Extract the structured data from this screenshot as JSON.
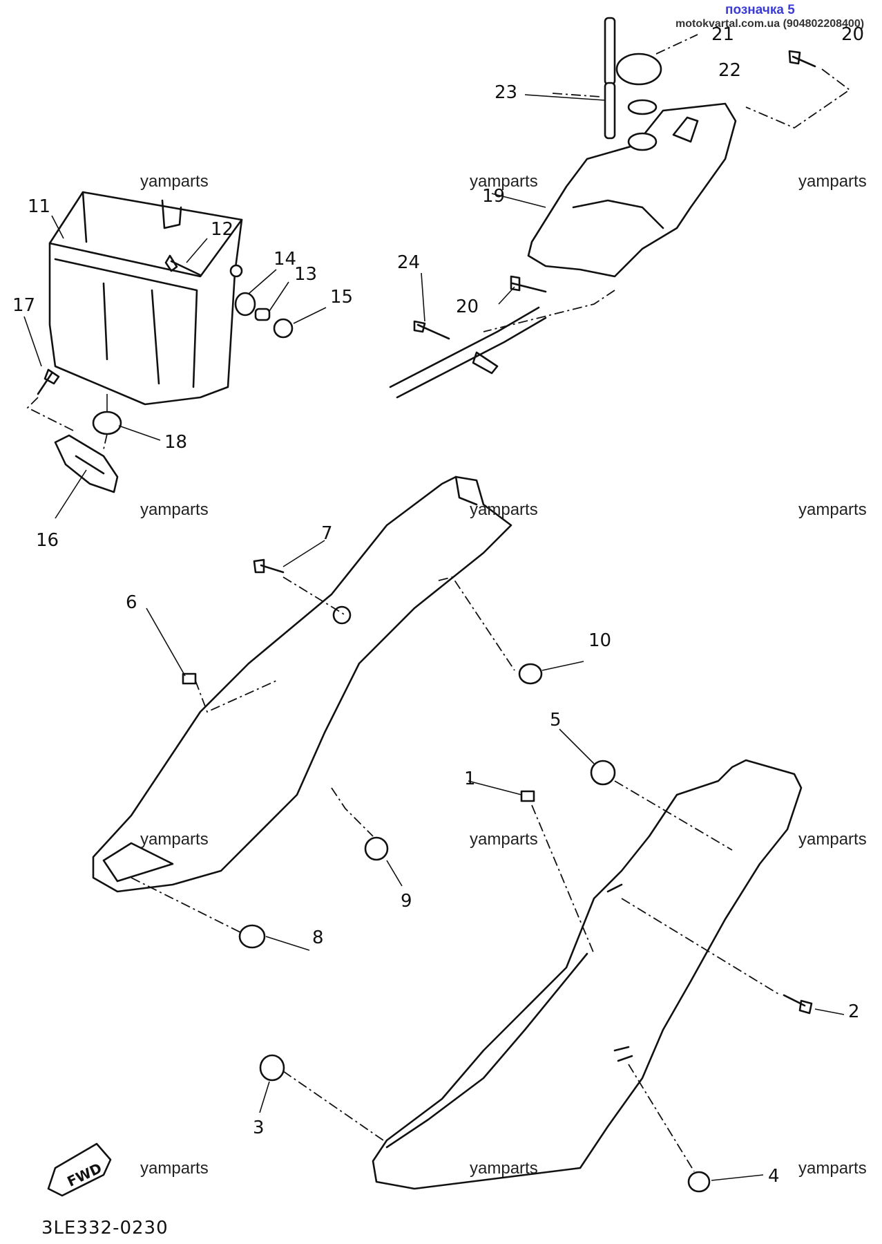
{
  "header": {
    "badge": "позначка 5",
    "site": "motokvartal.com.ua (904802208400)"
  },
  "diagram_code": "3LE332-0230",
  "fwd_label": "FWD",
  "watermark": "yamparts",
  "callouts": [
    "1",
    "2",
    "3",
    "4",
    "5",
    "6",
    "7",
    "8",
    "9",
    "10",
    "11",
    "12",
    "13",
    "14",
    "15",
    "16",
    "17",
    "18",
    "19",
    "20",
    "20",
    "21",
    "22",
    "23",
    "24"
  ]
}
